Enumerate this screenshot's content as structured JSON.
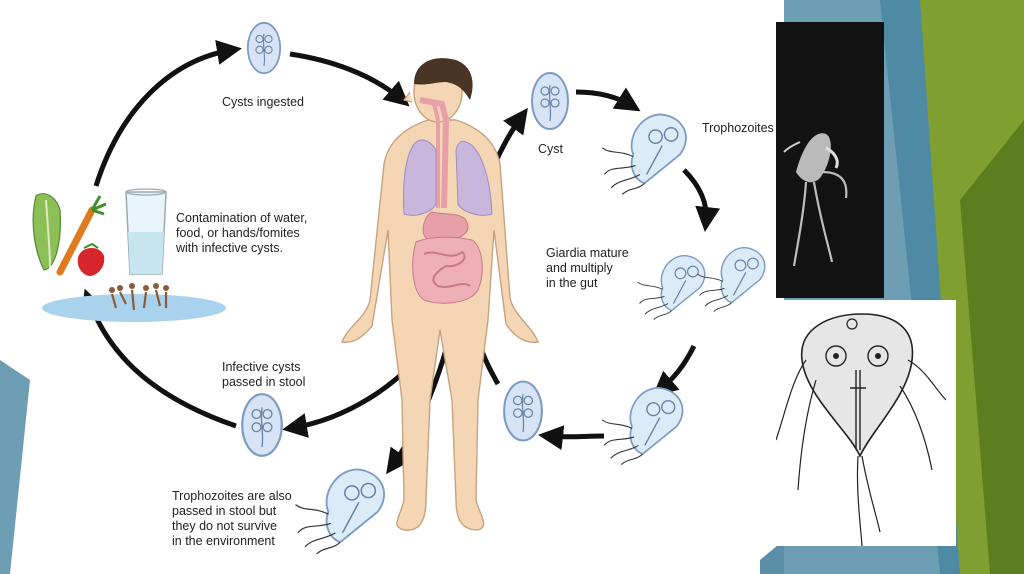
{
  "labels": {
    "cysts_ingested": "Cysts ingested",
    "cyst": "Cyst",
    "trophozoites": "Trophozoites",
    "contamination": "Contamination of water,\nfood, or hands/fomites\nwith infective cysts.",
    "giardia_mature": "Giardia mature\nand multiply\nin the gut",
    "infective_cysts": "Infective cysts\npassed in stool",
    "trophozoites_stool": "Trophozoites are also\npassed in stool but\nthey do not survive\nin the environment"
  },
  "colors": {
    "background_teal": "#5b8fa6",
    "background_green": "#7a9a2e",
    "arrow": "#111111",
    "skin": "#f4d6b4",
    "lungs": "#c8b6dc",
    "gut": "#e8a0a8",
    "cyst_fill": "#d6e4f6",
    "water": "#a9d3ec"
  },
  "icons": [
    "vegetables-icon",
    "glass-of-water-icon",
    "swimmers-icon",
    "human-body-icon",
    "cyst-icon",
    "trophozoite-icon",
    "micrograph-photo",
    "trophozoite-drawing"
  ]
}
